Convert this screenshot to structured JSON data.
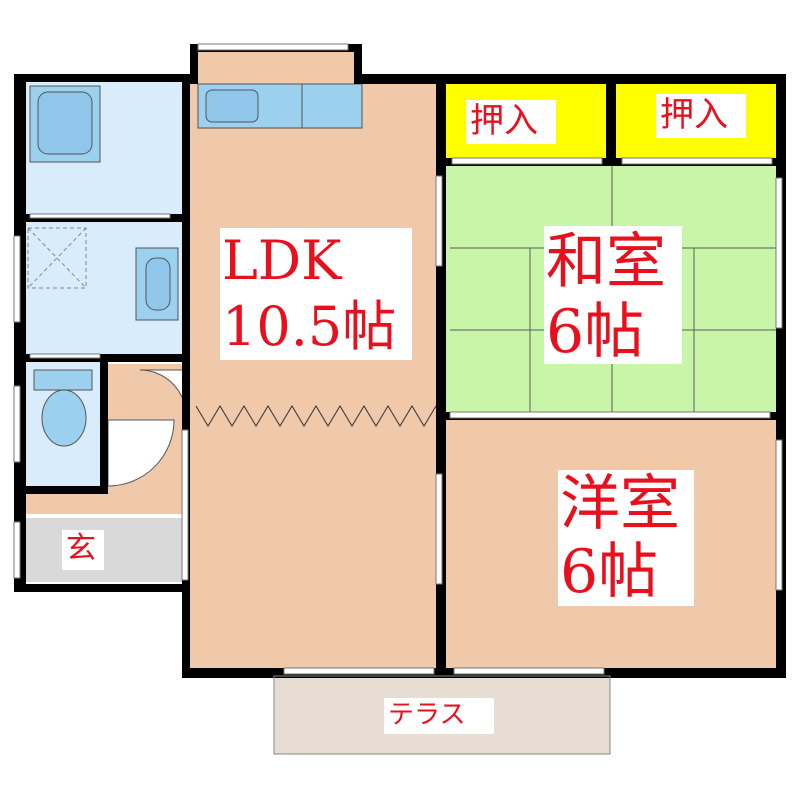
{
  "colors": {
    "wall": "#000000",
    "ldk_floor": "#f0c8aa",
    "western_floor": "#f0c8aa",
    "japanese_floor": "#c8f5a8",
    "closet_fill": "#ffff00",
    "wet_area_floor": "#d8ecfc",
    "fixture_blue": "#9bd0ef",
    "entrance_floor": "#d9d9d9",
    "terrace_floor": "#e6dcd2",
    "label_red": "#e8101c"
  },
  "rooms": {
    "ldk": {
      "name": "LDK",
      "size": "10.5帖"
    },
    "japanese": {
      "name": "和室",
      "size": "6帖"
    },
    "western": {
      "name": "洋室",
      "size": "6帖"
    },
    "closet_left": {
      "name": "押入"
    },
    "closet_right": {
      "name": "押入"
    },
    "entrance": {
      "name": "玄"
    },
    "terrace": {
      "name": "テラス"
    }
  },
  "icons": [
    "bathtub-icon",
    "washbasin-icon",
    "toilet-icon",
    "kitchen-sink-icon",
    "door-swing-icon",
    "accordion-partition-icon"
  ]
}
